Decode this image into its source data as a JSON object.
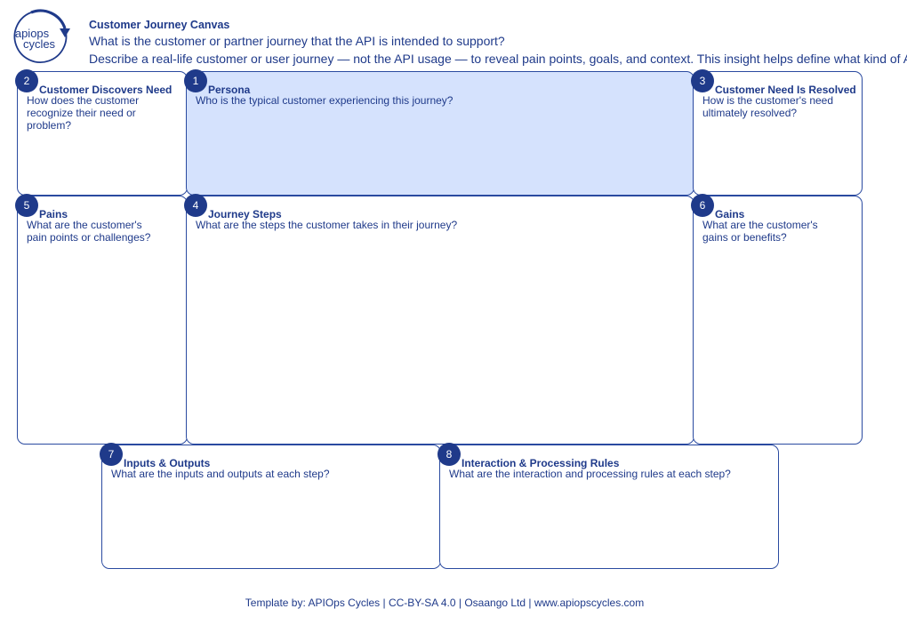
{
  "logo": {
    "line1": "apiops",
    "line2": "cycles"
  },
  "header": {
    "title": "Customer Journey Canvas",
    "question": "What is the customer or partner journey that the API is intended to support?",
    "description": "Describe a real-life customer or user journey — not the API usage — to reveal pain points, goals, and context. This insight helps define what kind of A"
  },
  "sections": {
    "discovers": {
      "number": "2",
      "title": "Customer Discovers Need",
      "prompt": "How does the customer recognize their need or problem?"
    },
    "persona": {
      "number": "1",
      "title": "Persona",
      "prompt": "Who is the typical customer experiencing this journey?"
    },
    "resolved": {
      "number": "3",
      "title": "Customer Need Is Resolved",
      "prompt": "How is the customer's need ultimately resolved?"
    },
    "pains": {
      "number": "5",
      "title": "Pains",
      "prompt": "What are the customer's pain points or challenges?"
    },
    "steps": {
      "number": "4",
      "title": "Journey Steps",
      "prompt": "What are the steps the customer takes in their journey?"
    },
    "gains": {
      "number": "6",
      "title": "Gains",
      "prompt": "What are the customer's gains or benefits?"
    },
    "io": {
      "number": "7",
      "title": "Inputs & Outputs",
      "prompt": "What are the inputs and outputs at each step?"
    },
    "rules": {
      "number": "8",
      "title": "Interaction & Processing Rules",
      "prompt": "What are the interaction and processing rules at each step?"
    }
  },
  "footer": {
    "text": "Template by: APIOps Cycles | CC-BY-SA 4.0 | Osaango Ltd | www.apiopscycles.com"
  },
  "colors": {
    "primary": "#1f3a8a",
    "highlight": "#d5e2fd",
    "border": "#2a4aa0"
  }
}
